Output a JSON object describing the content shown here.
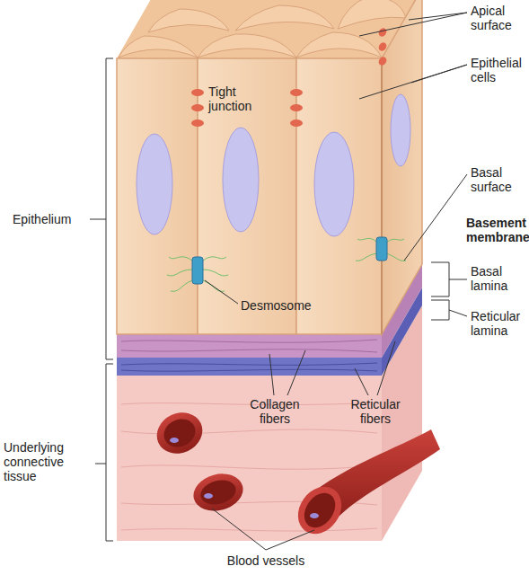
{
  "diagram": {
    "labels": [
      "Apical surface",
      "Epithelial cells",
      "Tight junction",
      "Basal surface",
      "Epithelium",
      "Basement membrane",
      "Basal lamina",
      "Desmosome",
      "Reticular lamina",
      "Collagen fibers",
      "Reticular fibers",
      "Underlying connective tissue",
      "Blood vessels"
    ]
  }
}
